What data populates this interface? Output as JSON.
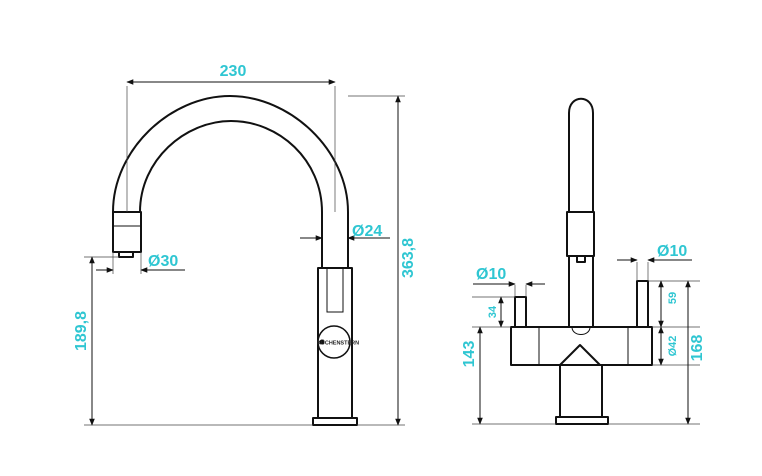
{
  "brand": "KÜCHENSTERN",
  "side_view": {
    "dim_reach": "230",
    "dim_spout_diameter": "Ø24",
    "dim_spray_head_diameter": "Ø30",
    "dim_spray_height": "189,8",
    "dim_total_height": "363,8"
  },
  "front_view": {
    "dim_left_lever_diameter": "Ø10",
    "dim_right_lever_diameter": "Ø10",
    "dim_left_lever_height": "34",
    "dim_right_lever_height": "59",
    "dim_body_diameter": "Ø42",
    "dim_body_height": "143",
    "dim_total_height": "168"
  },
  "colors": {
    "dimension_text": "#2fc6d2",
    "outline": "#111111",
    "background": "#ffffff"
  }
}
